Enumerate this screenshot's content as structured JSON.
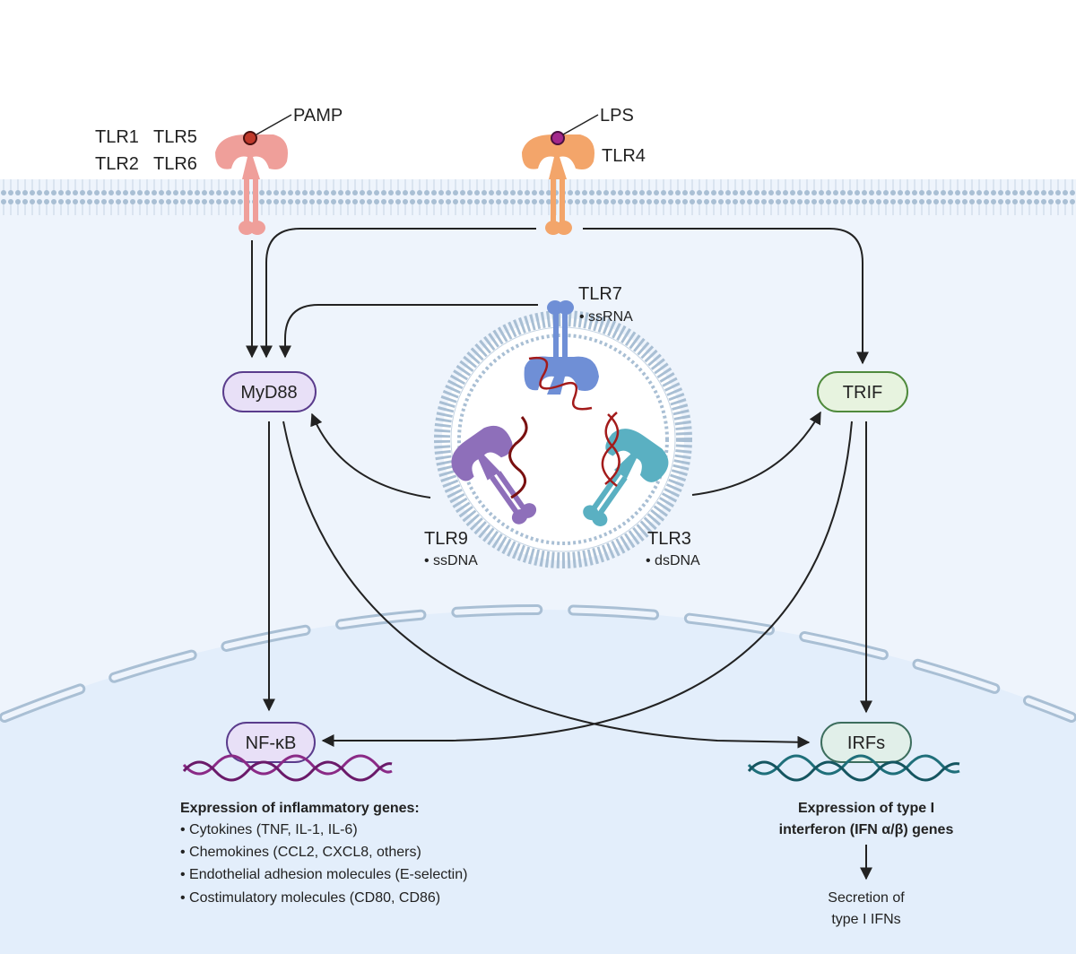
{
  "receptors": {
    "tlr1": "TLR1",
    "tlr5": "TLR5",
    "tlr2": "TLR2",
    "tlr6": "TLR6",
    "pamp": "PAMP",
    "lps": "LPS",
    "tlr4": "TLR4",
    "tlr7": "TLR7",
    "tlr7_ligand": "• ssRNA",
    "tlr9": "TLR9",
    "tlr9_ligand": "• ssDNA",
    "tlr3": "TLR3",
    "tlr3_ligand": "• dsDNA"
  },
  "nodes": {
    "myd88": "MyD88",
    "trif": "TRIF",
    "nfkb": "NF-κB",
    "irfs": "IRFs"
  },
  "inflammatory": {
    "title": "Expression of inflammatory genes:",
    "items": [
      "• Cytokines (TNF, IL-1, IL-6)",
      "• Chemokines (CCL2, CXCL8, others)",
      "• Endothelial adhesion molecules (E-selectin)",
      "• Costimulatory molecules (CD80, CD86)"
    ]
  },
  "interferon": {
    "title_line1": "Expression of type I",
    "title_line2": "interferon (IFN α/β) genes",
    "secretion_line1": "Secretion of",
    "secretion_line2": "type I IFNs"
  },
  "colors": {
    "cytoplasm": "#eef4fc",
    "nucleus": "#e3eefb",
    "membrane": "#a9bfd4",
    "myd88_fill": "#e8e0f7",
    "myd88_stroke": "#5a3c8c",
    "trif_fill": "#e7f3df",
    "trif_stroke": "#4f8a3c",
    "irfs_fill": "#e1efe9",
    "irfs_stroke": "#3d6e5e",
    "tlr_pink": "#ef9f9a",
    "tlr_orange": "#f3a56a",
    "tlr_blue": "#6f8fd6",
    "tlr_purple": "#8e6fba",
    "tlr_teal": "#5ab0c2",
    "ligand_red": "#a31b1b",
    "dna_purple": "#8a2a86",
    "dna_teal": "#1f6f7a"
  }
}
